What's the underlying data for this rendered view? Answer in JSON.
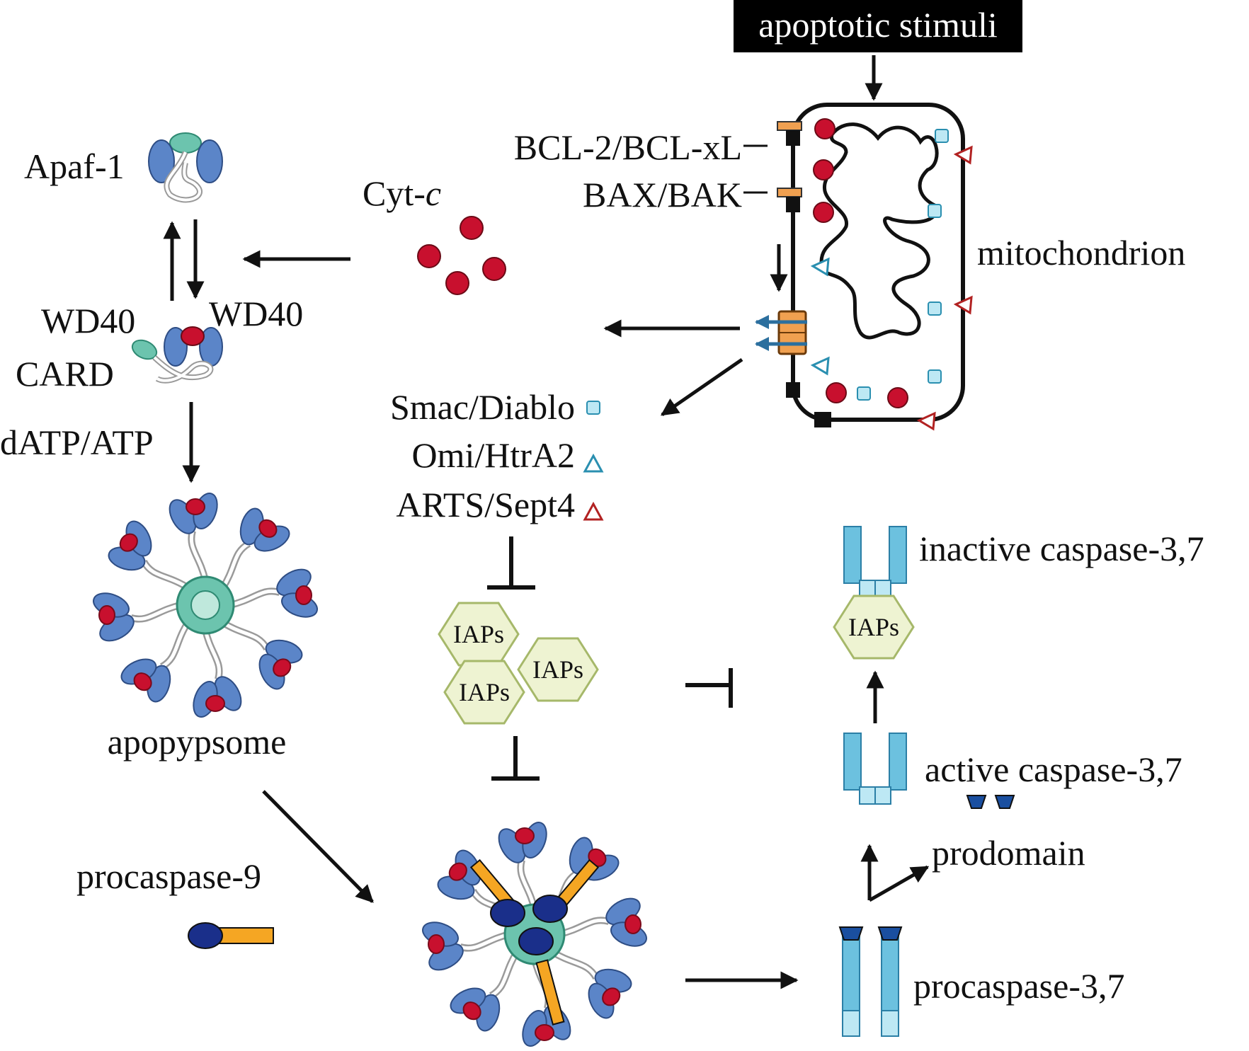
{
  "labels": {
    "apoptotic_stimuli": "apoptotic stimuli",
    "bcl2": "BCL-2/BCL-xL",
    "bax": "BAX/BAK",
    "mitochondrion": "mitochondrion",
    "apaf1": "Apaf-1",
    "cytc_prefix": "Cyt-",
    "cytc_suffix": "c",
    "wd40_left": "WD40",
    "wd40_right": "WD40",
    "card": "CARD",
    "datp": "dATP/ATP",
    "smac": "Smac/Diablo",
    "omi": "Omi/HtrA2",
    "arts": "ARTS/Sept4",
    "iaps": "IAPs",
    "inactive_caspase": "inactive caspase-3,7",
    "active_caspase": "active caspase-3,7",
    "prodomain": "prodomain",
    "apopypsome": "apopypsome",
    "procaspase9": "procaspase-9",
    "procaspase37": "procaspase-3,7"
  },
  "colors": {
    "cytc": "#c8102e",
    "apaf_blue": "#5b85c8",
    "card_teal": "#6cc4ae",
    "iap_fill": "#eef3d2",
    "iap_stroke": "#a6b86a",
    "caspase_fill": "#6cc1df",
    "caspase_stroke": "#2b7fa6",
    "channel_orange": "#f0a050",
    "procasp9_orange": "#f5a623",
    "procasp9_navy": "#1a2f8a",
    "smac_square": "#8fd3e8",
    "omi_triangle": "#2a8fb0",
    "arts_triangle": "#b22222"
  }
}
